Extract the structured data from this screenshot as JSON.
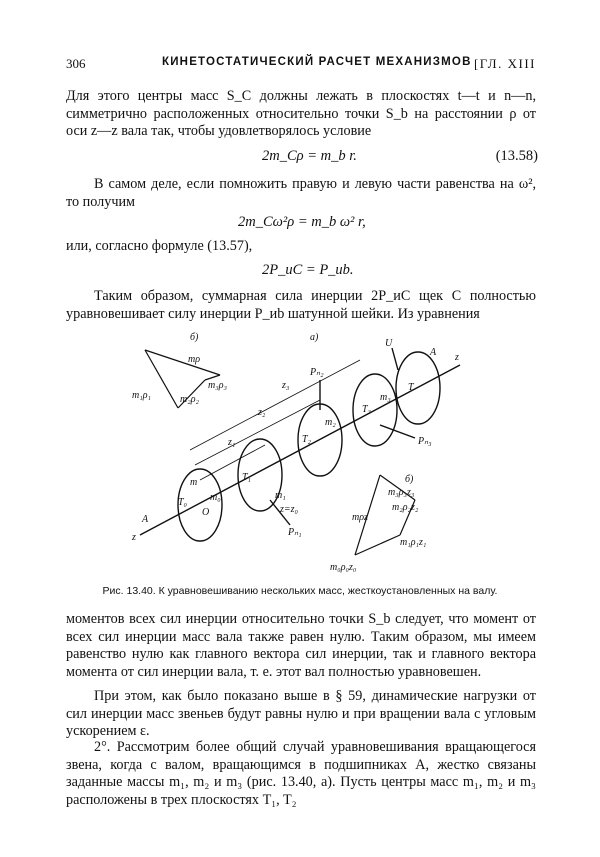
{
  "header": {
    "page_number": "306",
    "running_title": "КИНЕТОСТАТИЧЕСКИЙ РАСЧЕТ МЕХАНИЗМОВ",
    "chapter": "[ГЛ. XIII"
  },
  "paragraphs": {
    "p1": "Для этого центры масс S_C должны лежать в плоскостях t—t и n—n, симметрично расположенных относительно точки S_b на расстоянии ρ от оси z—z вала так, чтобы удовлетворялось условие",
    "p2": "В самом деле, если помножить правую и левую части равенства на ω², то получим",
    "p3_lead": "или, согласно формуле (13.57),",
    "p4": "Таким образом, суммарная сила инерции 2P_иC щек C полностью уравновешивает силу инерции P_иb шатунной шейки. Из уравнения",
    "p5": "моментов всех сил инерции относительно точки S_b следует, что момент от всех сил инерции масс вала также равен нулю. Таким образом, мы имеем равенство нулю как главного вектора сил инерции, так и главного вектора момента от сил инерции вала, т. е. этот вал полностью уравновешен.",
    "p6": "При этом, как было показано выше в § 59, динамические нагрузки от сил инерции масс звеньев будут равны нулю и при вращении вала с угловым ускорением ε.",
    "p7": "2°. Рассмотрим более общий случай уравновешивания вращающегося звена, когда с валом, вращающимся в подшипниках A, жестко связаны заданные массы m₁, m₂ и m₃ (рис. 13.40, а). Пусть центры масс m₁, m₂ и m₃ расположены в трех плоскостях T₁, T₂"
  },
  "formulas": {
    "f1": "2m_Cρ = m_b r.",
    "f1_number": "(13.58)",
    "f2": "2m_Cω²ρ = m_b ω² r,",
    "f3": "2P_иC = P_иb."
  },
  "figure": {
    "caption": "Рис. 13.40. К уравновешиванию нескольких масс, жесткоустановленных на валу.",
    "labels": {
      "a": "а)",
      "b_top": "б)",
      "b_right": "б)",
      "m_rho": "mρ",
      "m1p1": "m₁ρ₁",
      "m2p2": "m₂ρ₂",
      "m3p3": "m₃ρ₃",
      "z3": "z₃",
      "z2": "z₂",
      "z1": "z₁",
      "z_z0": "z=z₀",
      "z_left": "z",
      "z_right": "z",
      "A_left": "A",
      "A_right": "A",
      "T0": "T₀",
      "T1": "T₁",
      "T2": "T₂",
      "T3": "T₃",
      "T": "T",
      "Pn1": "Pₙ₁",
      "Pn2": "Pₙ₂",
      "Pn3": "Pₙ₃",
      "U": "U",
      "mpz": "mρz",
      "m3p3z3": "m₃ρ₃z₃",
      "m2p2z2": "m₂ρ₂z₂",
      "m1p1z1": "m₁ρ₁z₁",
      "m0p0z0": "m₀ρ₀z₀",
      "m": "m",
      "m0": "m₀",
      "m1": "m₁",
      "m2": "m₂",
      "m3": "m₃",
      "O": "O"
    }
  }
}
